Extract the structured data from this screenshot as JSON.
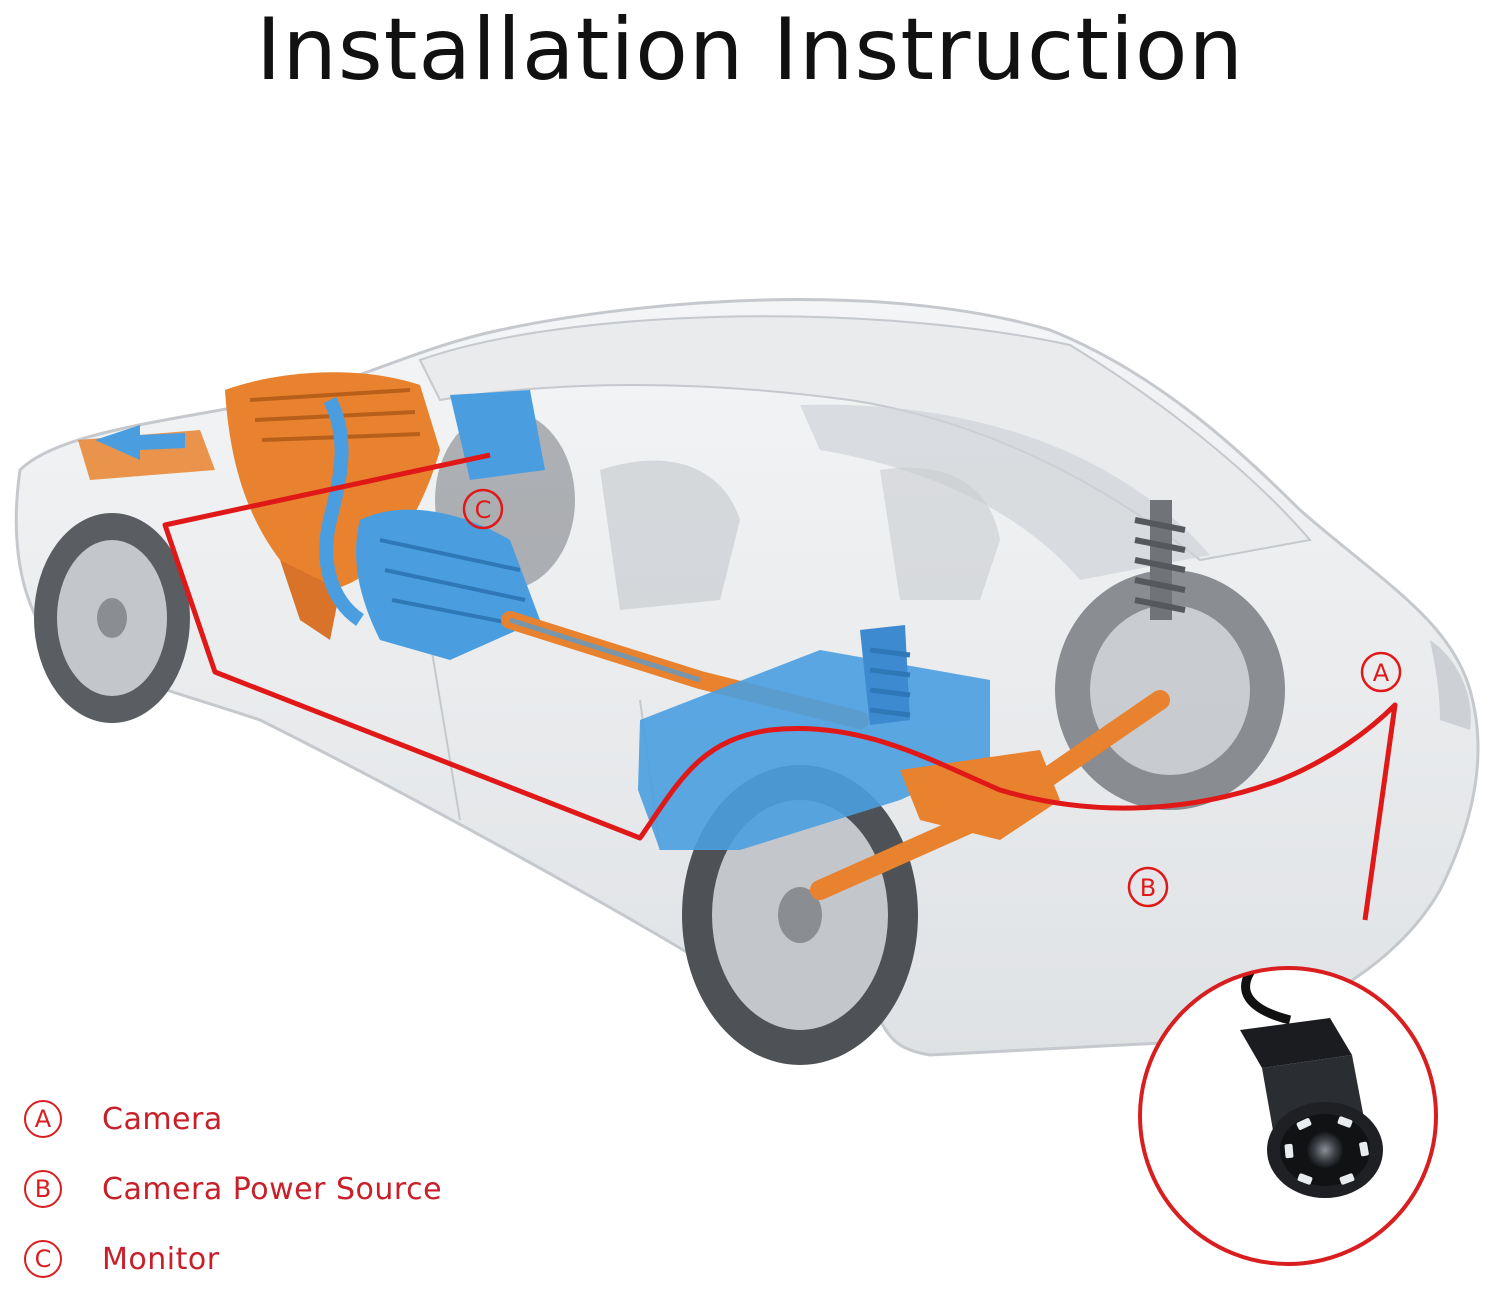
{
  "title": "Installation Instruction",
  "markers": {
    "a": "A",
    "b": "B",
    "c": "C"
  },
  "legend": [
    {
      "letter": "A",
      "label": "Camera"
    },
    {
      "letter": "B",
      "label": "Camera Power Source"
    },
    {
      "letter": "C",
      "label": "Monitor"
    }
  ],
  "colors": {
    "wire": "#e01818",
    "engine": "#e8822e",
    "transmission": "#4a9ee0",
    "body": "#d6d9dc"
  },
  "icons": [
    "car-illustration",
    "engine-icon",
    "transmission-icon",
    "fuel-tank-icon",
    "camera-icon"
  ]
}
